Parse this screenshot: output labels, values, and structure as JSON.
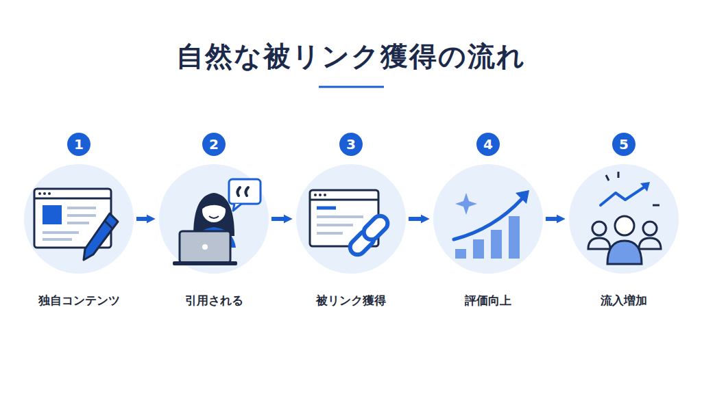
{
  "diagram": {
    "title": "自然な被リンク獲得の流れ",
    "nodes": [
      {
        "text": [
          "1"
        ]
      },
      {
        "text": [
          "独自コンテンツ"
        ]
      },
      {
        "text": [
          "2"
        ]
      },
      {
        "text": [
          "引用される"
        ]
      },
      {
        "text": [
          "3"
        ]
      },
      {
        "text": [
          "被リンク獲得"
        ]
      },
      {
        "text": [
          "4"
        ]
      },
      {
        "text": [
          "評価向上"
        ]
      },
      {
        "text": [
          "5"
        ]
      },
      {
        "text": [
          "流入増加"
        ]
      }
    ],
    "edges": [
      {
        "from": 1,
        "to": 3,
        "arrow": "to"
      },
      {
        "from": 3,
        "to": 5,
        "arrow": "to"
      },
      {
        "from": 5,
        "to": 7,
        "arrow": "to"
      },
      {
        "from": 7,
        "to": 9,
        "arrow": "to"
      }
    ]
  }
}
